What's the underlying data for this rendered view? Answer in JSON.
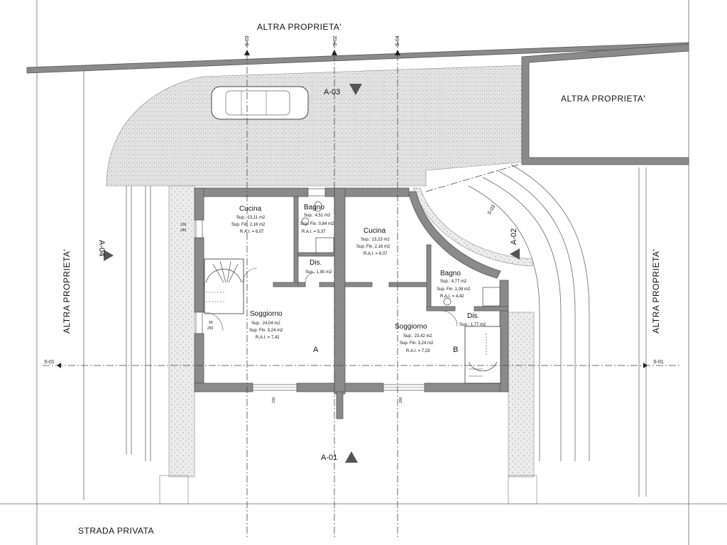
{
  "labels": {
    "top_neighbor": "ALTRA PROPRIETA'",
    "right_top_neighbor": "ALTRA PROPRIETA'",
    "left_neighbor": "ALTRA PROPRIETA'",
    "right_neighbor": "ALTRA PROPRIETA'",
    "bottom_road": "STRADA PRIVATA"
  },
  "sections": {
    "s03": "S-03",
    "s02": "S-02",
    "s04": "S-04",
    "s01_left": "S-01",
    "s01_right": "S-01",
    "s03_right": "S-03"
  },
  "views": {
    "a01": "A-01",
    "a02": "A-02",
    "a03": "A-03",
    "a04": "A-04"
  },
  "unit_a": {
    "label": "A",
    "cucina": {
      "name": "Cucina",
      "sup": "Sup.: 13,11 m2",
      "fin": "Sup. Fin. 2,16 m2",
      "rai": "R.A.I. = 6,07"
    },
    "bagno": {
      "name": "Bagno",
      "sup": "Sup.: 4,51 m2",
      "fin": "Sup. Fin. 0,84 m2",
      "rai": "R.A.I. = 5,37"
    },
    "dis": {
      "name": "Dis.",
      "sup": "Sup.: 1,90 m2"
    },
    "soggiorno": {
      "name": "Soggiorno",
      "sup": "Sup.: 24,04 m2",
      "fin": "Sup. Fin. 3,24 m2",
      "rai": "R.A.I. = 7,42"
    }
  },
  "unit_b": {
    "label": "B",
    "cucina": {
      "name": "Cucina",
      "sup": "Sup.: 13,23 m2",
      "fin": "Sup. Fin. 2,16 m2",
      "rai": "R.A.I. = 6,07"
    },
    "bagno": {
      "name": "Bagno",
      "sup": "Sup.: 4,77 m2",
      "fin": "Sup. Fin. 1,08 m2",
      "rai": "R.A.I. = 4,42"
    },
    "dis": {
      "name": "Dis.",
      "sup": "Sup.: 1,77 m2"
    },
    "soggiorno": {
      "name": "Soggiorno",
      "sup": "Sup.: 23,42 m2",
      "fin": "Sup. Fin. 3,24 m2",
      "rai": "R.A.I. = 7,23"
    }
  },
  "dims": {
    "d100": "100",
    "d240": "240",
    "d90": "90",
    "d250": "250",
    "d210": "210",
    "d200": "200"
  }
}
